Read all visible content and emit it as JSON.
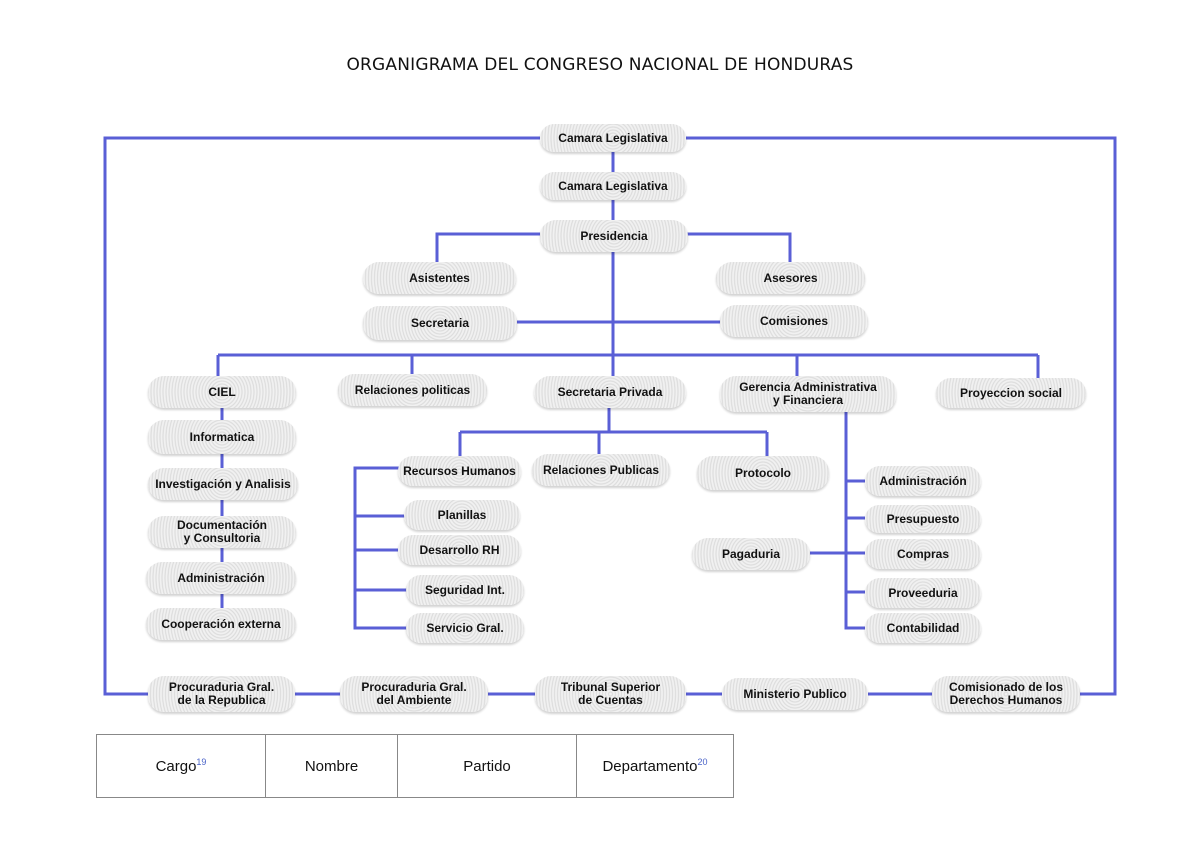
{
  "title": "ORGANIGRAMA DEL CONGRESO NACIONAL DE HONDURAS",
  "colors": {
    "connector": "#5a5fd6",
    "node_fill": "#e4e4e4"
  },
  "nodes": {
    "camara1": "Camara Legislativa",
    "camara2": "Camara Legislativa",
    "presidencia": "Presidencia",
    "asistentes": "Asistentes",
    "asesores": "Asesores",
    "secretaria": "Secretaria",
    "comisiones": "Comisiones",
    "ciel": "CIEL",
    "relaciones_politicas": "Relaciones politicas",
    "secretaria_privada": "Secretaria Privada",
    "gerencia": "Gerencia Administrativa\ny Financiera",
    "proyeccion": "Proyeccion social",
    "informatica": "Informatica",
    "investigacion": "Investigación y Analisis",
    "documentacion": "Documentación\ny Consultoria",
    "administracion_ciel": "Administración",
    "cooperacion": "Cooperación externa",
    "rrhh": "Recursos Humanos",
    "planillas": "Planillas",
    "desarrollo": "Desarrollo RH",
    "seguridad": "Seguridad Int.",
    "servicio": "Servicio Gral.",
    "relaciones_publicas": "Relaciones Publicas",
    "protocolo": "Protocolo",
    "pagaduria": "Pagaduria",
    "administracion_g": "Administración",
    "presupuesto": "Presupuesto",
    "compras": "Compras",
    "proveeduria": "Proveeduria",
    "contabilidad": "Contabilidad",
    "procuraduria_rep": "Procuraduria Gral.\nde la Republica",
    "procuraduria_amb": "Procuraduria Gral.\ndel Ambiente",
    "tribunal": "Tribunal Superior\nde Cuentas",
    "ministerio": "Ministerio Publico",
    "comisionado": "Comisionado de los\nDerechos Humanos"
  },
  "table": {
    "cargo": "Cargo",
    "cargo_note": "19",
    "nombre": "Nombre",
    "partido": "Partido",
    "departamento": "Departamento",
    "departamento_note": "20"
  }
}
